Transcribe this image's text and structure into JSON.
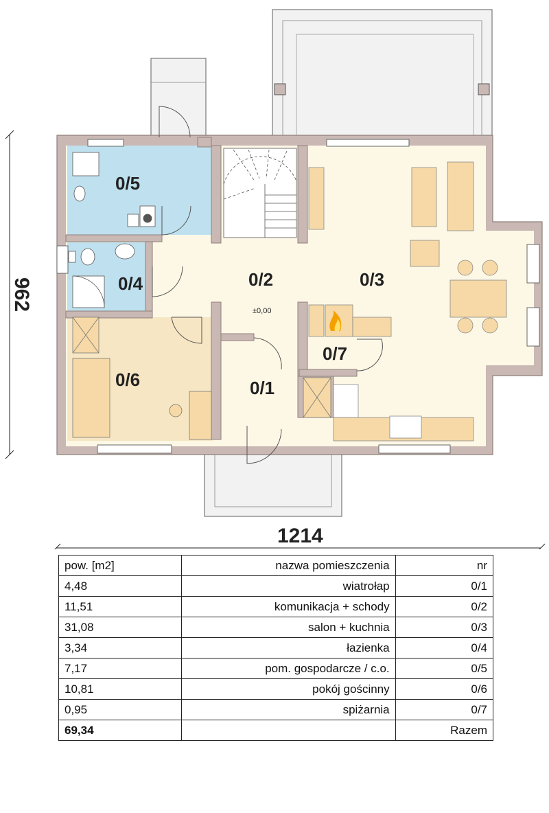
{
  "plan": {
    "dim_width": "1214",
    "dim_depth": "962",
    "level_mark": "±0,00",
    "colors": {
      "wall": "#c9b8b3",
      "floor": "#fdf8e6",
      "wet_room": "#bfe0ee",
      "guest_room": "#f7e6c4",
      "furniture": "#f6d9a6",
      "terrace": "#f1f1f1"
    },
    "rooms": [
      {
        "id": "0/1"
      },
      {
        "id": "0/2"
      },
      {
        "id": "0/3"
      },
      {
        "id": "0/4"
      },
      {
        "id": "0/5"
      },
      {
        "id": "0/6"
      },
      {
        "id": "0/7"
      }
    ]
  },
  "table": {
    "headers": {
      "area": "pow. [m2]",
      "name": "nazwa pomieszczenia",
      "nr": "nr"
    },
    "rows": [
      {
        "area": "4,48",
        "name": "wiatrołap",
        "nr": "0/1"
      },
      {
        "area": "11,51",
        "name": "komunikacja + schody",
        "nr": "0/2"
      },
      {
        "area": "31,08",
        "name": "salon + kuchnia",
        "nr": "0/3"
      },
      {
        "area": "3,34",
        "name": "łazienka",
        "nr": "0/4"
      },
      {
        "area": "7,17",
        "name": "pom. gospodarcze / c.o.",
        "nr": "0/5"
      },
      {
        "area": "10,81",
        "name": "pokój gościnny",
        "nr": "0/6"
      },
      {
        "area": "0,95",
        "name": "spiżarnia",
        "nr": "0/7"
      }
    ],
    "total": {
      "area": "69,34",
      "label": "Razem"
    }
  }
}
